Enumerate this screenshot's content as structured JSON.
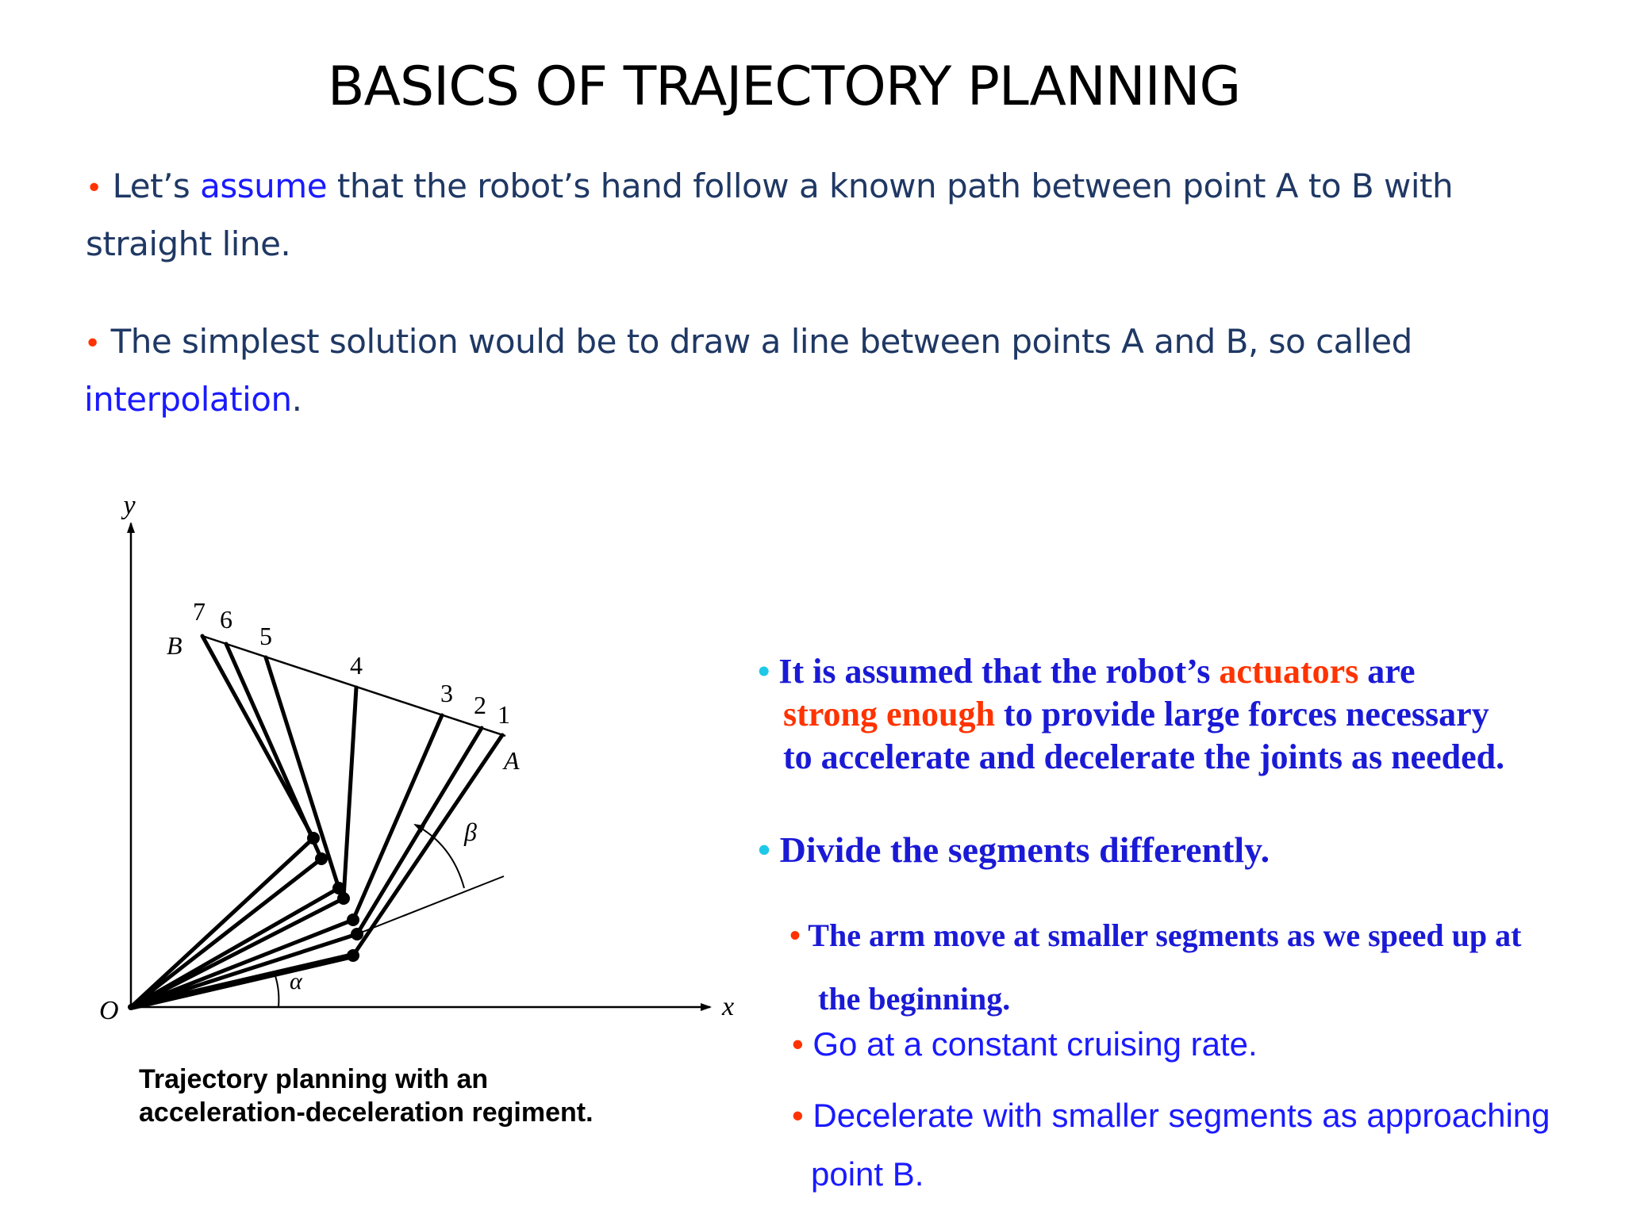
{
  "title": "BASICS OF TRAJECTORY PLANNING",
  "bullet_symbol": "•",
  "para1": {
    "pre": "Let’s ",
    "kw": "assume",
    "post": " that the robot’s hand follow a known path between point A to B with",
    "line2": "straight line."
  },
  "para2": {
    "line1": "The simplest solution would be to draw a line between points A and B, so called",
    "kw": "interpolation",
    "post": "."
  },
  "right": {
    "b1_pre": "It is assumed that the robot’s ",
    "b1_red1": "actuators",
    "b1_mid": " are",
    "b1_red2": "strong enough",
    "b1_post": " to provide large forces necessary",
    "b1_line3": "to accelerate and decelerate the joints as needed.",
    "b2": "Divide the segments differently.",
    "s1_line1": "The arm move at smaller segments as we speed up at",
    "s1_line2": "the beginning.",
    "s2": "Go at a constant cruising rate.",
    "s3_line1": "Decelerate with smaller segments as approaching",
    "s3_line2": "point B."
  },
  "caption": {
    "line1": "Trajectory planning with an",
    "line2": "acceleration-deceleration regiment."
  },
  "figure": {
    "axis_y": "y",
    "axis_x": "x",
    "origin": "O",
    "point_a": "A",
    "point_b": "B",
    "angle_alpha": "α",
    "angle_beta": "β",
    "index_labels": [
      "1",
      "2",
      "3",
      "4",
      "5",
      "6",
      "7"
    ]
  },
  "colors": {
    "title": "#000000",
    "body_text": "#1f3864",
    "keyword_blue": "#1a1aff",
    "serif_blue": "#1a1ad6",
    "bullet_red": "#ff3300",
    "bullet_cyan": "#1ec8e8"
  }
}
